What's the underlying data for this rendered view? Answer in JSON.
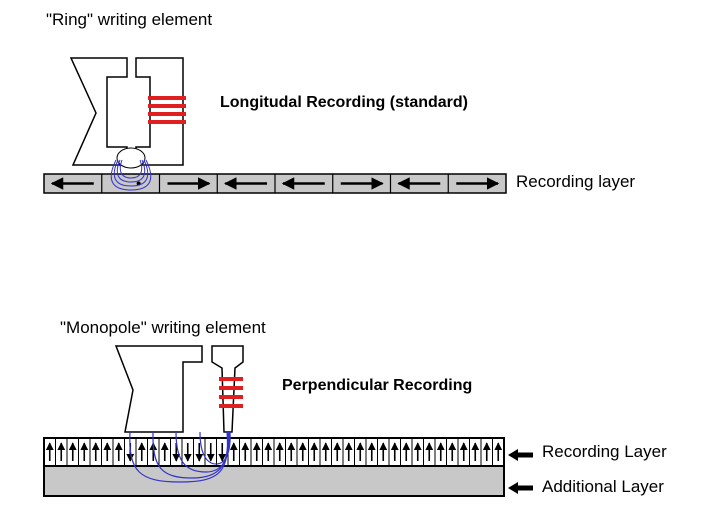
{
  "longitudinal": {
    "element_label": "\"Ring\" writing element",
    "mode_label": "Longitudal Recording (standard)",
    "layer_label": "Recording layer",
    "bit_directions": [
      "left",
      "center",
      "right",
      "left",
      "left",
      "right",
      "left",
      "right"
    ]
  },
  "perpendicular": {
    "element_label": "\"Monopole\" writing element",
    "mode_label": "Perpendicular Recording",
    "layer_labels": [
      "Recording Layer",
      "Additional Layer"
    ],
    "bit_directions": [
      "up",
      "up",
      "up",
      "up",
      "up",
      "up",
      "up",
      "down",
      "up",
      "up",
      "up",
      "down",
      "down",
      "down",
      "down",
      "down",
      "up",
      "up",
      "up",
      "up",
      "up",
      "up",
      "up",
      "up",
      "up",
      "up",
      "up",
      "up",
      "up",
      "up",
      "up",
      "up",
      "up",
      "up",
      "up",
      "up",
      "up",
      "up",
      "up",
      "up"
    ]
  },
  "colors": {
    "coil": "#e02020",
    "flux": "#3333cc",
    "media": "#c8c8c8",
    "outline": "#000000"
  }
}
